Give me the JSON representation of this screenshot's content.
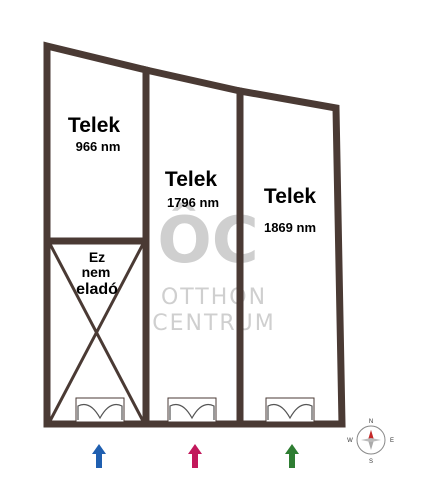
{
  "plots": [
    {
      "title": "Telek",
      "area": "966 nm"
    },
    {
      "title": "Telek",
      "area": "1796 nm"
    },
    {
      "title": "Telek",
      "area": "1869 nm"
    }
  ],
  "not_for_sale": {
    "line1": "Ez",
    "line2": "nem",
    "line3": "eladó"
  },
  "watermark": {
    "logo": "ÔC",
    "line1": "OTTHON",
    "line2": "CENTRUM"
  },
  "compass": {
    "n": "N",
    "e": "E",
    "s": "S",
    "w": "W"
  },
  "arrow_colors": [
    "#1f5fb0",
    "#c2185b",
    "#2e7d32"
  ],
  "colors": {
    "wall": "#4a3a34",
    "watermark": "#cfcfcf"
  }
}
